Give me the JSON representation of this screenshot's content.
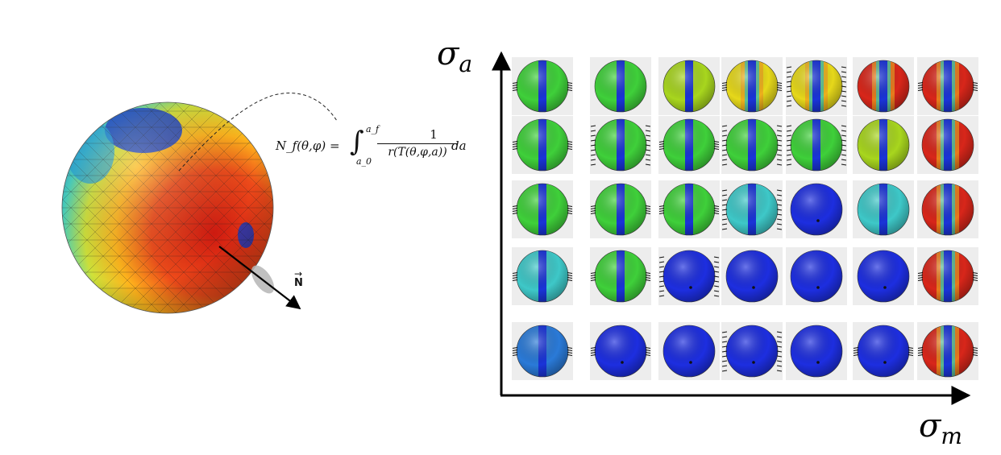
{
  "formula": {
    "lhs": "N_f(θ,φ) =",
    "upper_limit": "a_f",
    "lower_limit": "a_0",
    "numerator": "1",
    "denominator": "r(T(θ,φ,a))",
    "differential": "da"
  },
  "normal_label": "N",
  "axes": {
    "y_symbol": "σ",
    "y_sub": "a",
    "x_symbol": "σ",
    "x_sub": "m"
  },
  "grid": {
    "rows": [
      [
        "green",
        "green",
        "yellowgreen",
        "yellow",
        "yellow",
        "red",
        "red"
      ],
      [
        "green",
        "green",
        "green",
        "green",
        "green",
        "yellowgreen",
        "red"
      ],
      [
        "green",
        "green",
        "green",
        "cyan",
        "blue",
        "cyan",
        "red"
      ],
      [
        "cyan",
        "green",
        "blue",
        "blue",
        "blue",
        "blue",
        "red"
      ],
      [
        "bluecyan",
        "blue",
        "blue",
        "blue",
        "blue",
        "blue",
        "red"
      ]
    ],
    "band": [
      [
        1,
        1,
        1,
        1,
        1,
        1,
        1
      ],
      [
        1,
        1,
        1,
        1,
        1,
        1,
        1
      ],
      [
        1,
        1,
        1,
        1,
        0,
        1,
        1
      ],
      [
        1,
        1,
        0,
        0,
        0,
        0,
        1
      ],
      [
        1,
        0,
        0,
        0,
        0,
        0,
        1
      ]
    ],
    "arrows": [
      [
        1,
        0,
        0,
        1,
        2,
        0,
        1
      ],
      [
        1,
        2,
        1,
        2,
        2,
        0,
        0
      ],
      [
        1,
        1,
        1,
        2,
        0,
        0,
        0
      ],
      [
        1,
        1,
        2,
        0,
        0,
        0,
        1
      ],
      [
        1,
        1,
        0,
        2,
        0,
        1,
        1
      ]
    ]
  },
  "colors": {
    "green": "#3fd03a",
    "yellowgreen": "#a8d61e",
    "yellow": "#e6d81a",
    "red": "#d8261a",
    "cyan": "#3ec8c8",
    "blue": "#1d2ee0",
    "bluecyan": "#2a7ad8",
    "band": "#1a34d8"
  }
}
